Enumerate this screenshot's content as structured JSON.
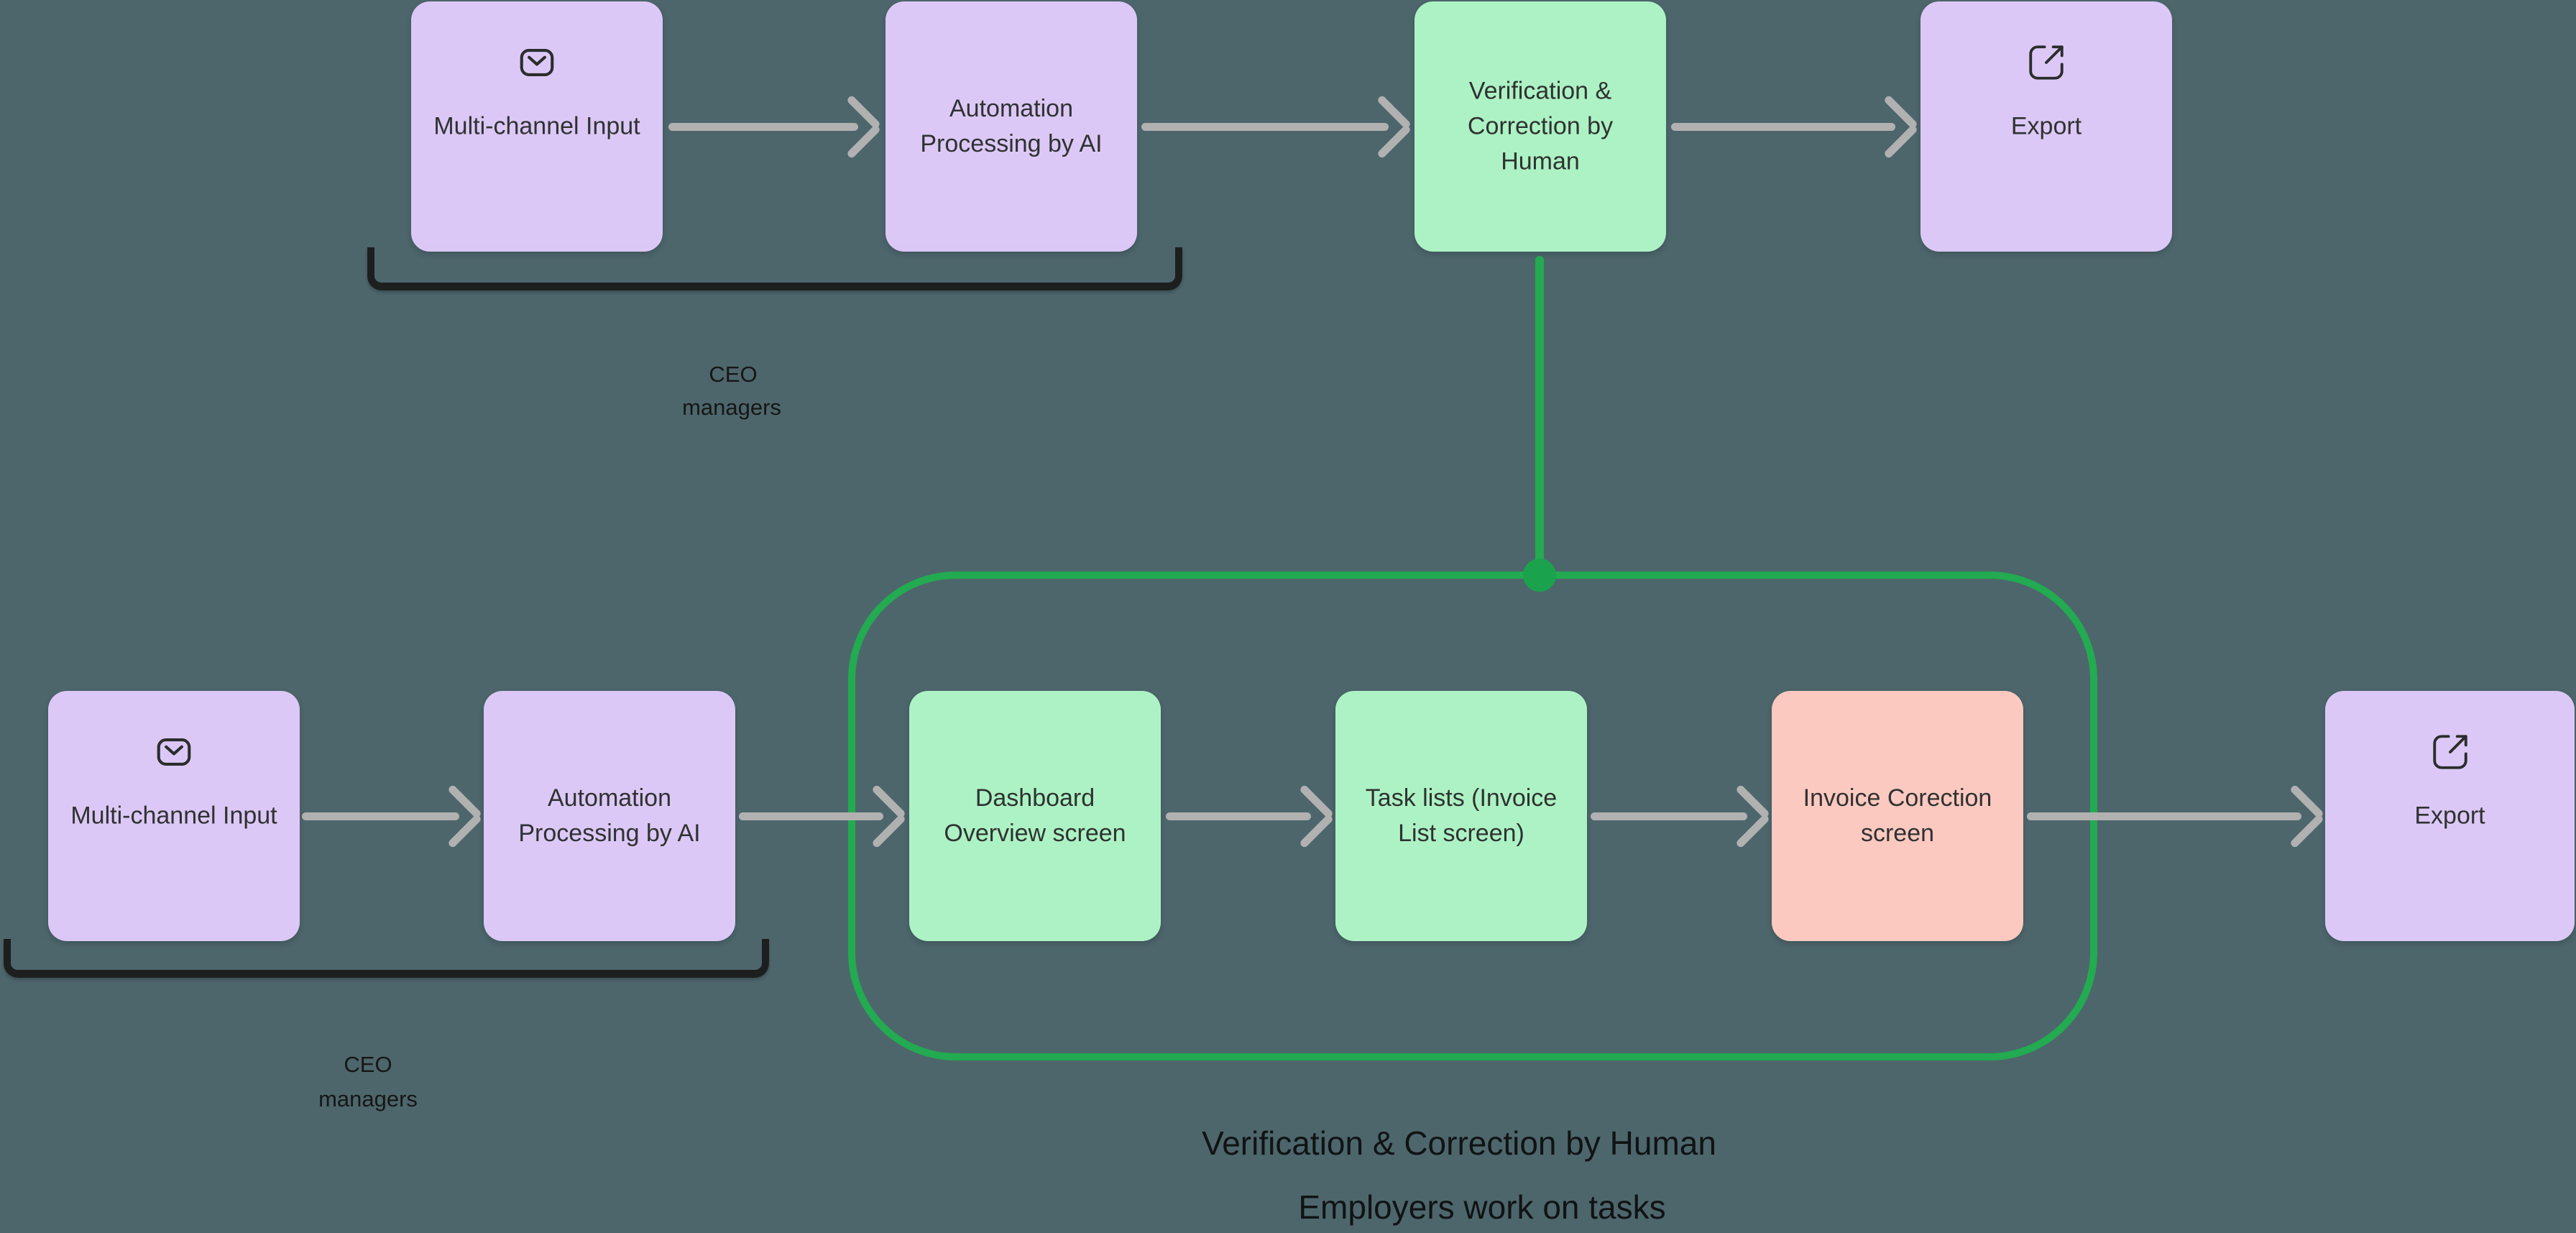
{
  "colors": {
    "background": "#4d666c",
    "node_purple": "#dcc8f6",
    "node_green": "#adf2c4",
    "node_pink": "#fcc9c0",
    "arrow_gray": "#b1b1b1",
    "group_outline_green": "#22ab50",
    "connector_dot_green": "#1aa34c",
    "bracket_black": "#1d1f1e",
    "node_text": "#2f3231",
    "heading_text": "#101314"
  },
  "top_flow": {
    "nodes": [
      {
        "label": "Multi-channel Input",
        "icon": "mail-icon",
        "variant": "purple"
      },
      {
        "label": "Automation Processing by AI",
        "icon": null,
        "variant": "purple"
      },
      {
        "label": "Verification & Correction by Human",
        "icon": null,
        "variant": "green"
      },
      {
        "label": "Export",
        "icon": "external-link-icon",
        "variant": "purple"
      }
    ],
    "bracket_label_line1": "CEO",
    "bracket_label_line2": "managers"
  },
  "bottom_flow": {
    "nodes": [
      {
        "label": "Multi-channel Input",
        "icon": "mail-icon",
        "variant": "purple"
      },
      {
        "label": "Automation Processing by AI",
        "icon": null,
        "variant": "purple"
      },
      {
        "label": "Dashboard Overview screen",
        "icon": null,
        "variant": "green"
      },
      {
        "label": "Task lists (Invoice List screen)",
        "icon": null,
        "variant": "green"
      },
      {
        "label": "Invoice Corection screen",
        "icon": null,
        "variant": "pink"
      },
      {
        "label": "Export",
        "icon": "external-link-icon",
        "variant": "purple"
      }
    ],
    "bracket_label_line1": "CEO",
    "bracket_label_line2": "managers"
  },
  "footer": {
    "line1": "Verification & Correction by Human",
    "line2": "Employers work on tasks"
  }
}
